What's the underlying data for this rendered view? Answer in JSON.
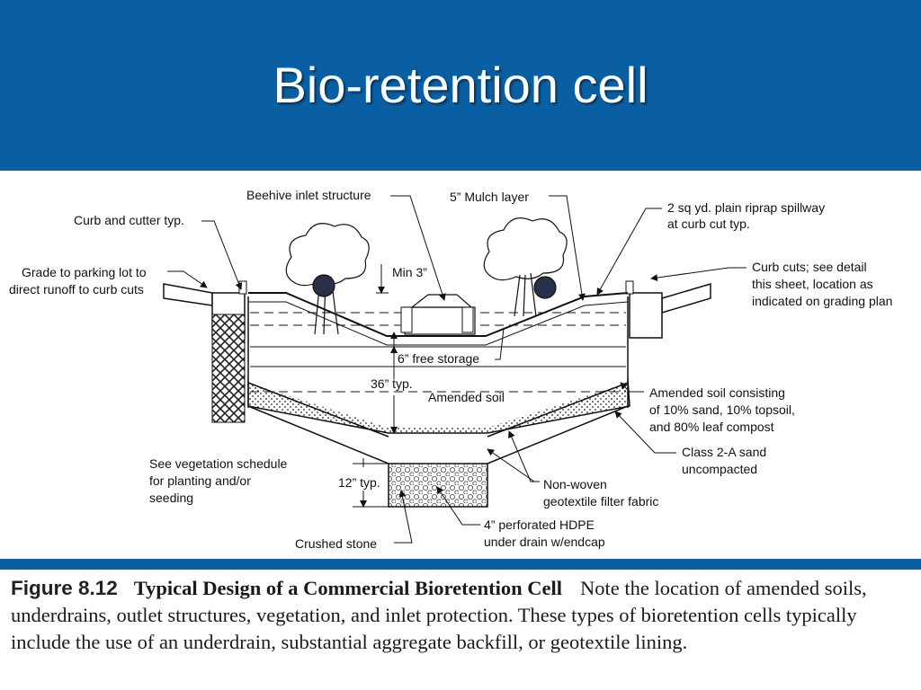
{
  "slide": {
    "title": "Bio-retention cell"
  },
  "diagram": {
    "labels": {
      "beehive": "Beehive inlet structure",
      "mulch": "5” Mulch layer",
      "riprap_1": "2 sq yd. plain riprap spillway",
      "riprap_2": "at curb cut typ.",
      "curb_gutter": "Curb and cutter typ.",
      "grade_1": "Grade to parking lot to",
      "grade_2": "direct runoff to curb cuts",
      "min3": "Min 3”",
      "curbcuts_1": "Curb cuts; see detail",
      "curbcuts_2": "this sheet, location as",
      "curbcuts_3": "indicated on grading plan",
      "free_storage": "6” free storage",
      "depth36": "36” typ.",
      "amended_soil": "Amended soil",
      "amended_desc_1": "Amended soil consisting",
      "amended_desc_2": "of 10% sand, 10% topsoil,",
      "amended_desc_3": "and 80% leaf compost",
      "sand_1": "Class 2-A sand",
      "sand_2": "uncompacted",
      "veg_1": "See vegetation schedule",
      "veg_2": "for planting and/or",
      "veg_3": "seeding",
      "depth12": "12” typ.",
      "geotextile_1": "Non-woven",
      "geotextile_2": "geotextile filter fabric",
      "hdpe_1": "4” perforated HDPE",
      "hdpe_2": "under drain w/endcap",
      "crushed_stone": "Crushed stone"
    }
  },
  "caption": {
    "figure_number": "Figure 8.12",
    "figure_title": "Typical Design of a Commercial Bioretention Cell",
    "text": "Note the location of amended soils, underdrains, outlet structures, vegetation, and inlet protection. These types of bioretention cells typically include the use of an underdrain, substantial aggregate backfill, or geotextile lining."
  },
  "colors": {
    "title_band": "#0a5fa3",
    "title_text": "#ffffff",
    "figure_bg": "#ffffff",
    "line": "#111111"
  }
}
